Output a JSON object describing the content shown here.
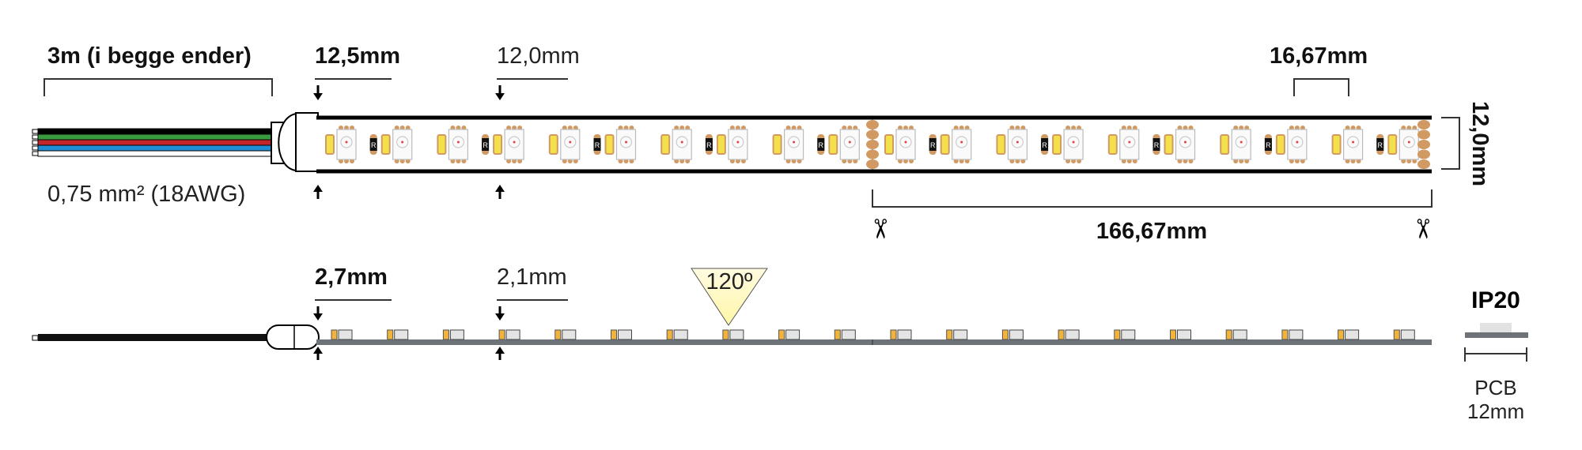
{
  "top_view": {
    "cable_length_label": "3m (i begge ender)",
    "wire_gauge_label": "0,75 mm² (18AWG)",
    "edge_offset_label": "12,5mm",
    "led_width_label": "12,0mm",
    "led_pitch_label": "16,67mm",
    "strip_width_label": "12,0mm",
    "cut_length_label": "166,67mm",
    "resistor_label": "R",
    "wire_colors": [
      "#000000",
      "#3a9a3f",
      "#c2262b",
      "#1e8fd6",
      "#ffffff"
    ],
    "leds_per_segment": 10,
    "segments": 2
  },
  "side_view": {
    "height_label": "2,7mm",
    "led_height_label": "2,1mm",
    "beam_angle_label": "120º"
  },
  "cross_section": {
    "ip_rating": "IP20",
    "pcb_label": "PCB",
    "pcb_width_label": "12mm"
  },
  "colors": {
    "pad": "#d29a63",
    "warm_led": "#f3e04a",
    "pcb": "#6d7378",
    "side_led": "#f0b43c"
  }
}
